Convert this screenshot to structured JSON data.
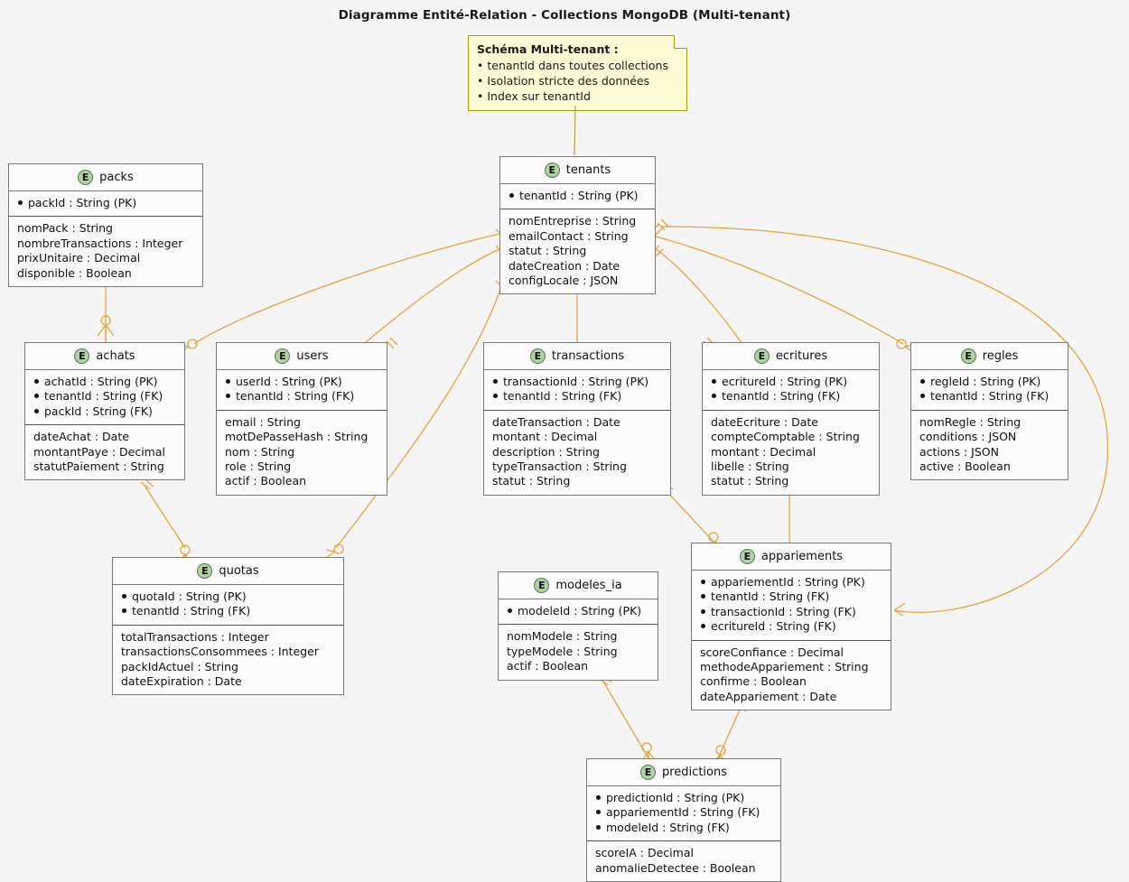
{
  "title": "Diagramme Entité-Relation - Collections MongoDB (Multi-tenant)",
  "note": {
    "title": "Schéma Multi-tenant :",
    "lines": [
      "• tenantId dans toutes collections",
      "• Isolation stricte des données",
      "• Index sur tenantId"
    ]
  },
  "icons": {
    "entity_badge": "E"
  },
  "colors": {
    "background": "#f5f5f5",
    "entity_fill": "#fbfbfb",
    "entity_border": "#7a7a7a",
    "badge_fill": "#b4d0a8",
    "badge_border": "#4f7d49",
    "note_fill": "#fbfbd4",
    "note_border": "#a0a000",
    "relation_line": "#e8a33d"
  },
  "entities": [
    {
      "id": "packs",
      "name": "packs",
      "keys": [
        "packId : String (PK)"
      ],
      "attrs": [
        "nomPack : String",
        "nombreTransactions : Integer",
        "prixUnitaire : Decimal",
        "disponible : Boolean"
      ]
    },
    {
      "id": "tenants",
      "name": "tenants",
      "keys": [
        "tenantId : String (PK)"
      ],
      "attrs": [
        "nomEntreprise : String",
        "emailContact : String",
        "statut : String",
        "dateCreation : Date",
        "configLocale : JSON"
      ]
    },
    {
      "id": "achats",
      "name": "achats",
      "keys": [
        "achatId : String (PK)",
        "tenantId : String (FK)",
        "packId : String (FK)"
      ],
      "attrs": [
        "dateAchat : Date",
        "montantPaye : Decimal",
        "statutPaiement : String"
      ]
    },
    {
      "id": "users",
      "name": "users",
      "keys": [
        "userId : String (PK)",
        "tenantId : String (FK)"
      ],
      "attrs": [
        "email : String",
        "motDePasseHash : String",
        "nom : String",
        "role : String",
        "actif : Boolean"
      ]
    },
    {
      "id": "transactions",
      "name": "transactions",
      "keys": [
        "transactionId : String (PK)",
        "tenantId : String (FK)"
      ],
      "attrs": [
        "dateTransaction : Date",
        "montant : Decimal",
        "description : String",
        "typeTransaction : String",
        "statut : String"
      ]
    },
    {
      "id": "ecritures",
      "name": "ecritures",
      "keys": [
        "ecritureId : String (PK)",
        "tenantId : String (FK)"
      ],
      "attrs": [
        "dateEcriture : Date",
        "compteComptable : String",
        "montant : Decimal",
        "libelle : String",
        "statut : String"
      ]
    },
    {
      "id": "regles",
      "name": "regles",
      "keys": [
        "regleId : String (PK)",
        "tenantId : String (FK)"
      ],
      "attrs": [
        "nomRegle : String",
        "conditions : JSON",
        "actions : JSON",
        "active : Boolean"
      ]
    },
    {
      "id": "quotas",
      "name": "quotas",
      "keys": [
        "quotaId : String (PK)",
        "tenantId : String (FK)"
      ],
      "attrs": [
        "totalTransactions : Integer",
        "transactionsConsommees : Integer",
        "packIdActuel : String",
        "dateExpiration : Date"
      ]
    },
    {
      "id": "modeles_ia",
      "name": "modeles_ia",
      "keys": [
        "modeleId : String (PK)"
      ],
      "attrs": [
        "nomModele : String",
        "typeModele : String",
        "actif : Boolean"
      ]
    },
    {
      "id": "appariements",
      "name": "appariements",
      "keys": [
        "appariementId : String (PK)",
        "tenantId : String (FK)",
        "transactionId : String (FK)",
        "ecritureId : String (FK)"
      ],
      "attrs": [
        "scoreConfiance : Decimal",
        "methodeAppariement : String",
        "confirme : Boolean",
        "dateAppariement : Date"
      ]
    },
    {
      "id": "predictions",
      "name": "predictions",
      "keys": [
        "predictionId : String (PK)",
        "appariementId : String (FK)",
        "modeleId : String (FK)"
      ],
      "attrs": [
        "scoreIA : Decimal",
        "anomalieDetectee : Boolean"
      ]
    }
  ],
  "relations": [
    {
      "from": "packs",
      "to": "achats",
      "from_card": "one",
      "to_card": "zero-many"
    },
    {
      "from": "tenants",
      "to": "achats",
      "from_card": "one",
      "to_card": "zero-many"
    },
    {
      "from": "tenants",
      "to": "users",
      "from_card": "one",
      "to_card": "many"
    },
    {
      "from": "tenants",
      "to": "transactions",
      "from_card": "one",
      "to_card": "many"
    },
    {
      "from": "tenants",
      "to": "ecritures",
      "from_card": "one",
      "to_card": "many"
    },
    {
      "from": "tenants",
      "to": "regles",
      "from_card": "one",
      "to_card": "zero-many"
    },
    {
      "from": "tenants",
      "to": "quotas",
      "from_card": "one",
      "to_card": "zero-many"
    },
    {
      "from": "tenants",
      "to": "appariements",
      "from_card": "one",
      "to_card": "many"
    },
    {
      "from": "achats",
      "to": "quotas",
      "from_card": "one",
      "to_card": "zero-many"
    },
    {
      "from": "transactions",
      "to": "appariements",
      "from_card": "one",
      "to_card": "zero-many"
    },
    {
      "from": "ecritures",
      "to": "appariements",
      "from_card": "one",
      "to_card": "many"
    },
    {
      "from": "appariements",
      "to": "predictions",
      "from_card": "one",
      "to_card": "zero-many"
    },
    {
      "from": "modeles_ia",
      "to": "predictions",
      "from_card": "one",
      "to_card": "zero-many"
    }
  ]
}
